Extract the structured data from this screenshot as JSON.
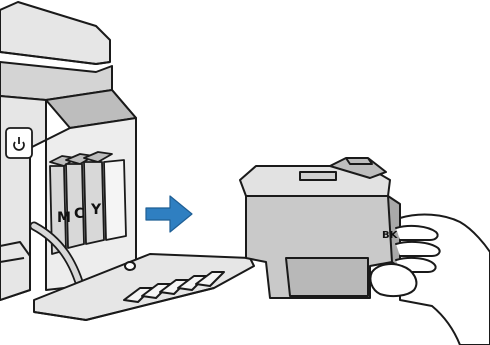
{
  "diagram": {
    "slot_labels": [
      {
        "id": "magenta",
        "text": "M"
      },
      {
        "id": "cyan",
        "text": "C"
      },
      {
        "id": "yellow",
        "text": "Y"
      }
    ],
    "cartridge_label": "BK",
    "colors": {
      "outline": "#1a1a1a",
      "body_gray": "#c9c9c9",
      "body_light": "#e6e6e6",
      "dark_gray": "#9a9a9a",
      "arrow": "#2f7fc1"
    }
  }
}
